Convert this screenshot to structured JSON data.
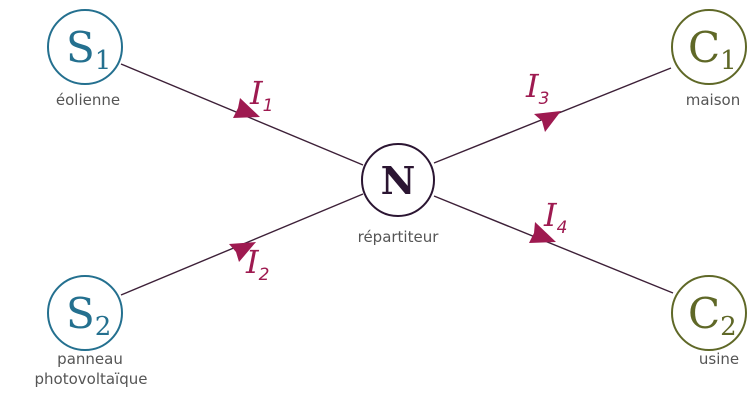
{
  "colors": {
    "source": "#24708f",
    "consumer": "#5f6827",
    "hub": "#2b1532",
    "current": "#9e1a50",
    "wire": "#3d2038",
    "caption": "#555555"
  },
  "nodes": {
    "s1": {
      "letter": "S",
      "sub": "1",
      "caption": [
        "éolienne"
      ]
    },
    "s2": {
      "letter": "S",
      "sub": "2",
      "caption": [
        "panneau",
        "photovoltaïque"
      ]
    },
    "n": {
      "letter": "N",
      "caption": [
        "répartiteur"
      ]
    },
    "c1": {
      "letter": "C",
      "sub": "1",
      "caption": [
        "maison"
      ]
    },
    "c2": {
      "letter": "C",
      "sub": "2",
      "caption": [
        "usine"
      ]
    }
  },
  "currents": {
    "i1": {
      "letter": "I",
      "sub": "1"
    },
    "i2": {
      "letter": "I",
      "sub": "2"
    },
    "i3": {
      "letter": "I",
      "sub": "3"
    },
    "i4": {
      "letter": "I",
      "sub": "4"
    }
  }
}
